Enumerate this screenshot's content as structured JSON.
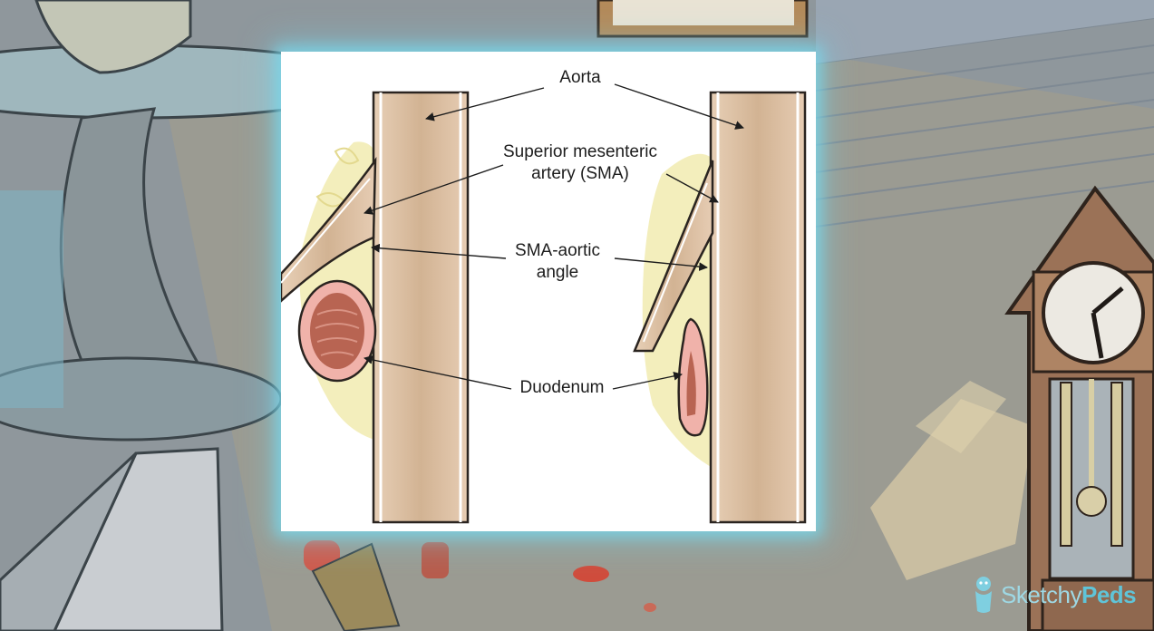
{
  "diagram": {
    "labels": {
      "aorta": "Aorta",
      "sma_line1": "Superior mesenteric",
      "sma_line2": "artery (SMA)",
      "angle_line1": "SMA-aortic",
      "angle_line2": "angle",
      "duodenum": "Duodenum"
    }
  },
  "brand": {
    "logo_prefix": "Sketchy",
    "logo_suffix": "Peds"
  },
  "colors": {
    "vessel": "#dcc0a5",
    "vessel_outline": "#2a2420",
    "fat": "#efe9a8",
    "duodenum_outer": "#f0b2aa",
    "duodenum_inner": "#b86452",
    "glow": "#78d7eb"
  }
}
